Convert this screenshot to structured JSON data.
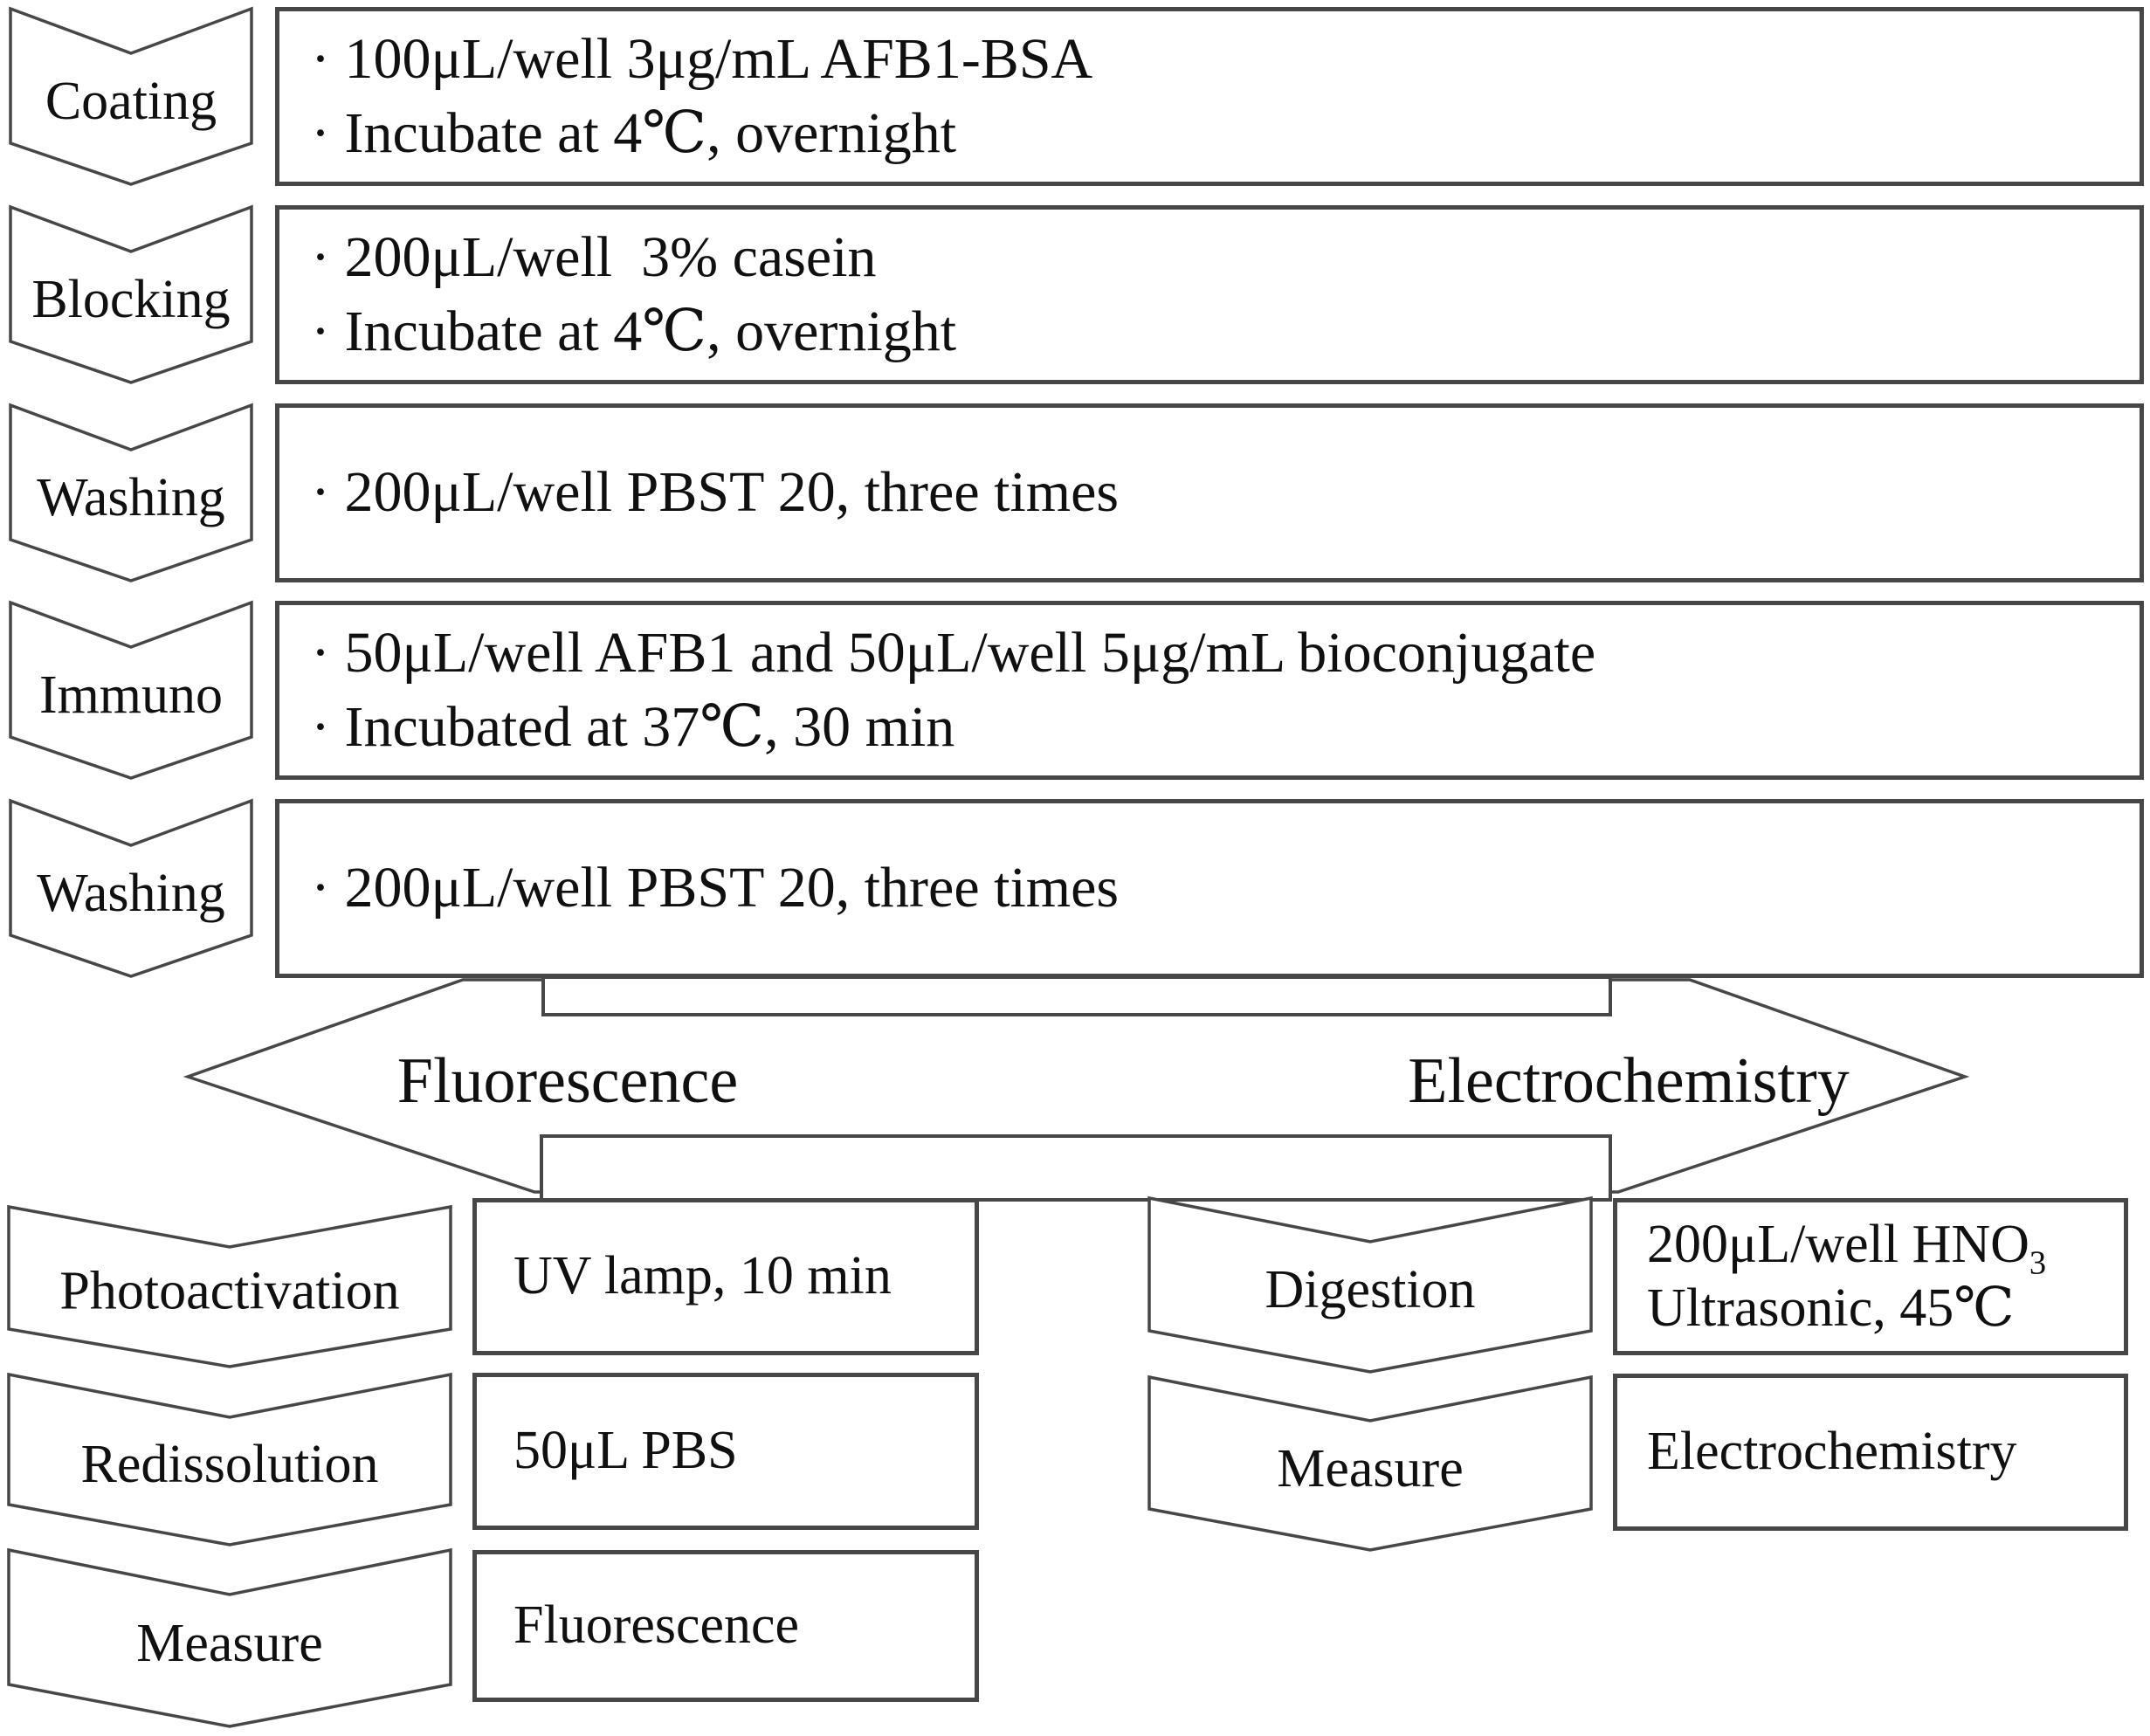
{
  "colors": {
    "line": "#474747",
    "text": "#101010",
    "background": "#ffffff"
  },
  "steps": [
    {
      "label": "Coating",
      "lines": [
        "· 100μL/well 3μg/mL AFB1-BSA",
        "· Incubate at 4℃, overnight"
      ]
    },
    {
      "label": "Blocking",
      "lines": [
        "· 200μL/well  3% casein",
        "· Incubate at 4℃, overnight"
      ]
    },
    {
      "label": "Washing",
      "lines": [
        "· 200μL/well PBST 20, three times"
      ]
    },
    {
      "label": "Immuno",
      "lines": [
        "· 50μL/well AFB1 and 50μL/well 5μg/mL bioconjugate",
        "· Incubated at 37℃, 30 min"
      ]
    },
    {
      "label": "Washing",
      "lines": [
        "· 200μL/well PBST 20, three times"
      ]
    }
  ],
  "split": {
    "left": "Fluorescence",
    "right": "Electrochemistry"
  },
  "fluorescence_branch": [
    {
      "label": "Photoactivation",
      "box": "UV lamp, 10 min"
    },
    {
      "label": "Redissolution",
      "box": "50μL PBS"
    },
    {
      "label": "Measure",
      "box": "Fluorescence"
    }
  ],
  "electrochemistry_branch": [
    {
      "label": "Digestion",
      "box_line1_main": "200μL/well HNO",
      "box_line1_sub": "3",
      "box_line2": "Ultrasonic, 45℃"
    },
    {
      "label": "Measure",
      "box": "Electrochemistry"
    }
  ]
}
